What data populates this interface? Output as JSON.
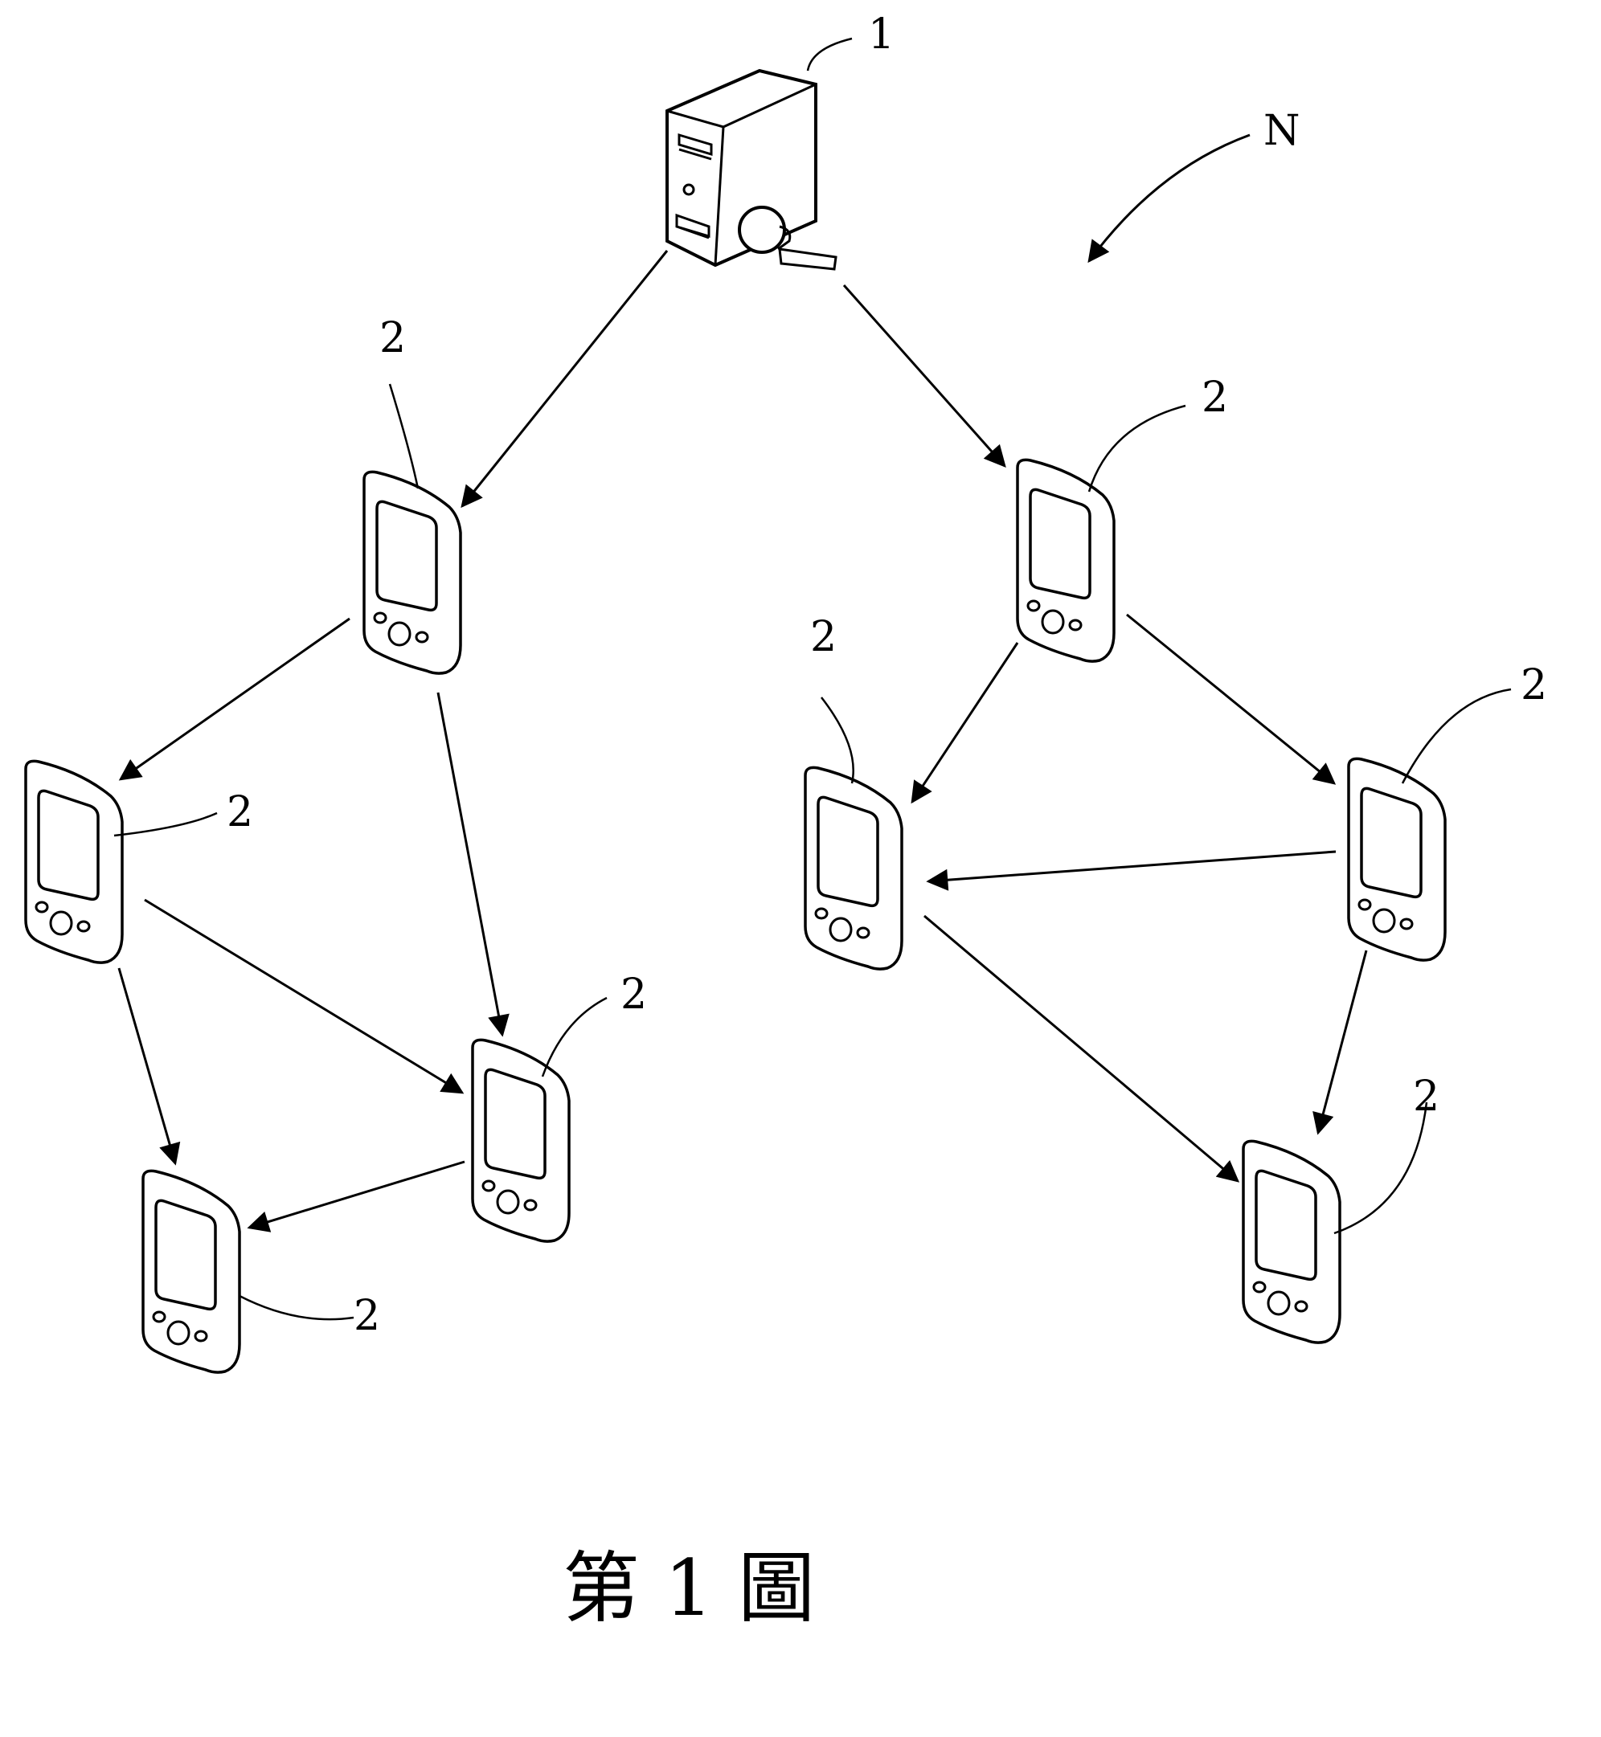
{
  "diagram": {
    "network_label": "N",
    "server_ref": "1",
    "device_ref": "2",
    "caption": "第 1 圖"
  }
}
